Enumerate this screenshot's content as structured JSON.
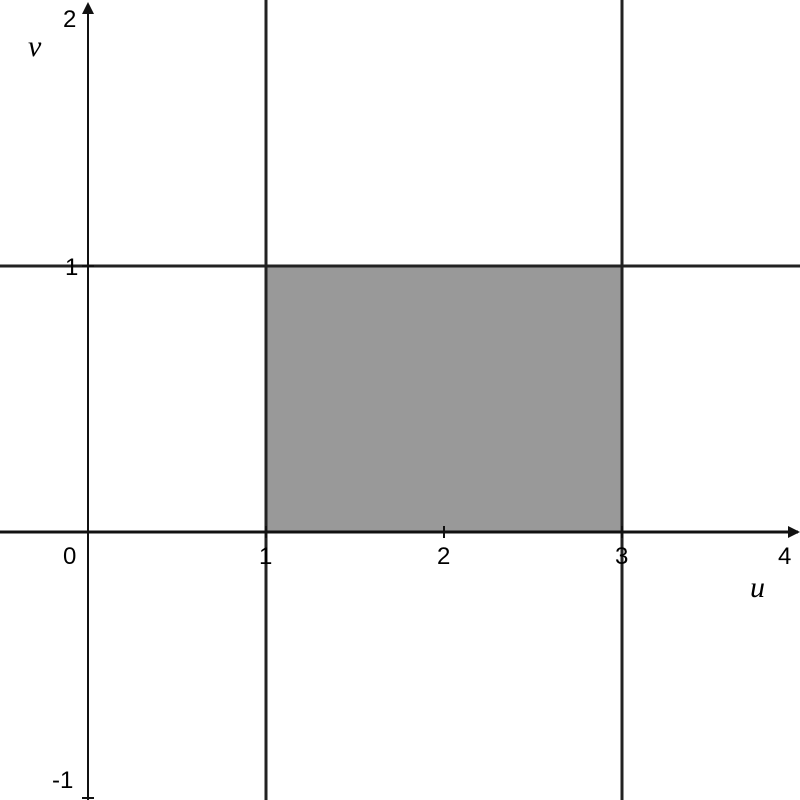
{
  "figure": {
    "x_axis_label": "u",
    "y_axis_label": "v",
    "x_ticks": [
      "0",
      "1",
      "2",
      "3",
      "4"
    ],
    "y_ticks": [
      "2",
      "1",
      "-1"
    ],
    "shaded_region": {
      "u_min": 1,
      "u_max": 3,
      "v_min": 0,
      "v_max": 1,
      "fill": "#999999"
    },
    "vertical_lines_u": [
      1,
      3
    ],
    "horizontal_lines_v": [
      1
    ],
    "x_range": [
      -0.5,
      4.1
    ],
    "y_range": [
      -1.1,
      2.05
    ],
    "colors": {
      "axis": "#111111",
      "lines": "#222222",
      "region": "#999999"
    }
  }
}
